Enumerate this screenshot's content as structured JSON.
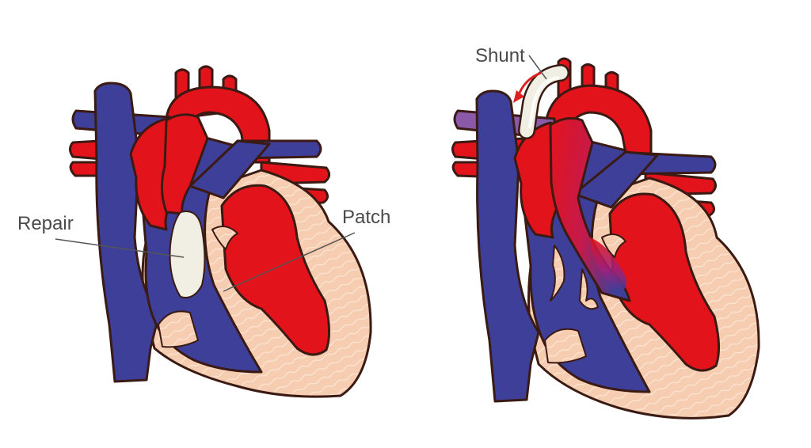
{
  "labels": {
    "repair": "Repair",
    "patch": "Patch",
    "shunt": "Shunt"
  },
  "colors": {
    "oxygenated": "#e3131b",
    "deoxygenated": "#3d3f99",
    "muscle": "#f6cdb0",
    "patch_fill": "#f1efe3",
    "mixed": "#8a5aa8",
    "arrow": "#e02020"
  }
}
